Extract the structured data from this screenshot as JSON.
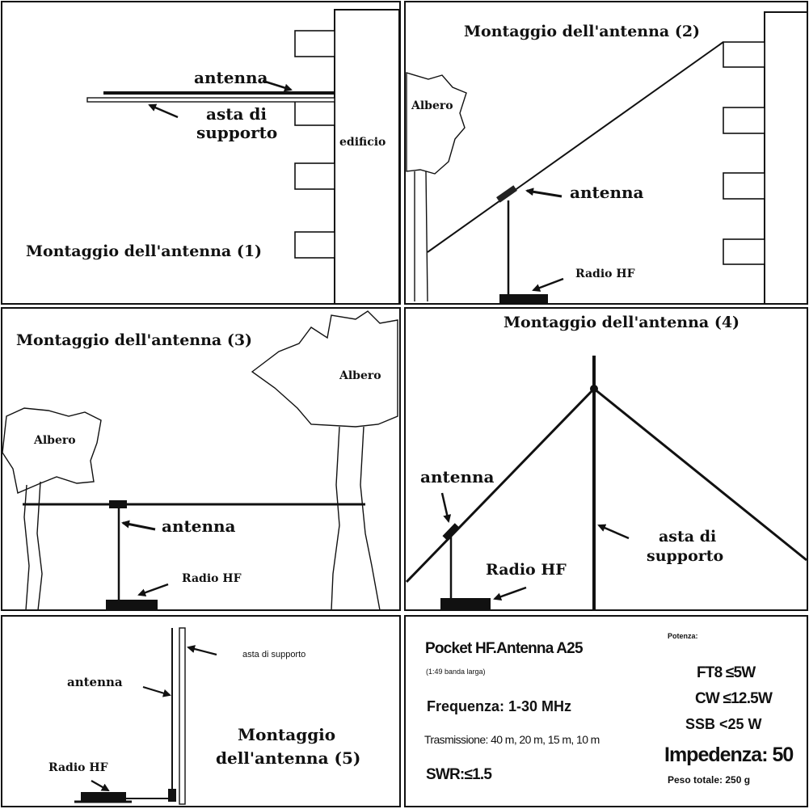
{
  "panel1": {
    "antenna": "antenna",
    "support_line1": "asta di",
    "support_line2": "supporto",
    "building": "edificio",
    "title": "Montaggio dell'antenna (1)"
  },
  "panel2": {
    "title": "Montaggio dell'antenna (2)",
    "tree": "Albero",
    "antenna": "antenna",
    "radio": "Radio HF"
  },
  "panel3": {
    "title": "Montaggio dell'antenna (3)",
    "tree_left": "Albero",
    "tree_right": "Albero",
    "antenna": "antenna",
    "radio": "Radio HF"
  },
  "panel4": {
    "title": "Montaggio dell'antenna (4)",
    "antenna": "antenna",
    "radio": "Radio HF",
    "support_line1": "asta di",
    "support_line2": "supporto"
  },
  "panel5": {
    "support": "asta di supporto",
    "antenna": "antenna",
    "title_line1": "Montaggio",
    "title_line2": "dell'antenna (5)",
    "radio": "Radio HF"
  },
  "specs": {
    "product": "Pocket HF.Antenna A25",
    "broadband": "(1:49 banda larga)",
    "frequency": "Frequenza: 1-30 MHz",
    "transmission": "Trasmissione: 40 m, 20 m, 15 m, 10 m",
    "swr": "SWR:≤1.5",
    "power_label": "Potenza:",
    "ft8": "FT8 ≤5W",
    "cw": "CW ≤12.5W",
    "ssb": "SSB <25 W",
    "impedance": "Impedenza: 50",
    "weight": "Peso totale: 250 g"
  }
}
